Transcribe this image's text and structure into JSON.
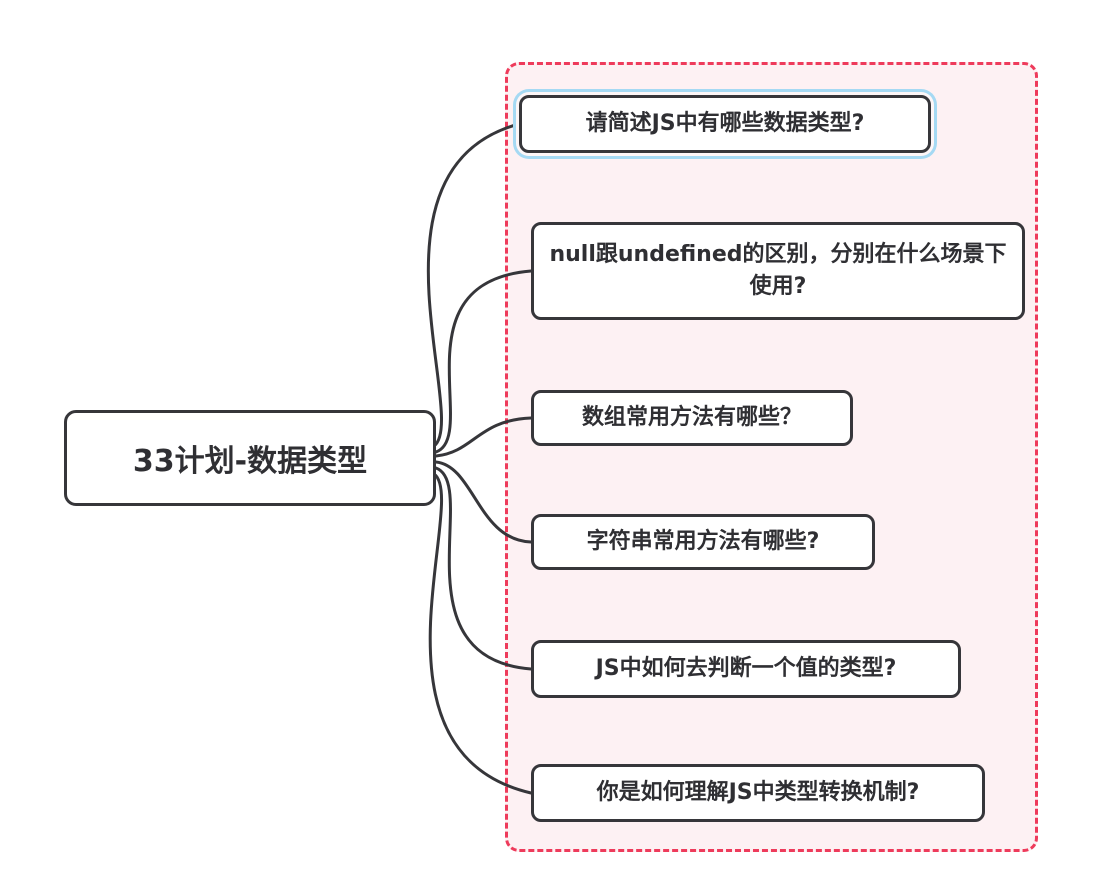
{
  "diagram": {
    "root": {
      "label": "33计划-数据类型"
    },
    "children": [
      {
        "label": "请简述JS中有哪些数据类型?",
        "selected": true
      },
      {
        "label": "null跟undefined的区别，分别在什么场景下使用?",
        "selected": false
      },
      {
        "label": "数组常用方法有哪些？",
        "selected": false
      },
      {
        "label": "字符串常用方法有哪些?",
        "selected": false
      },
      {
        "label": "JS中如何去判断一个值的类型?",
        "selected": false
      },
      {
        "label": "你是如何理解JS中类型转换机制?",
        "selected": false
      }
    ],
    "colors": {
      "node_border": "#36363a",
      "node_text": "#2f2f33",
      "node_background": "#ffffff",
      "connector": "#36363a",
      "boundary_border": "#ee3b5b",
      "boundary_background": "#fdf1f3",
      "selection_highlight": "#a5d9f3",
      "canvas_background": "#ffffff"
    }
  }
}
